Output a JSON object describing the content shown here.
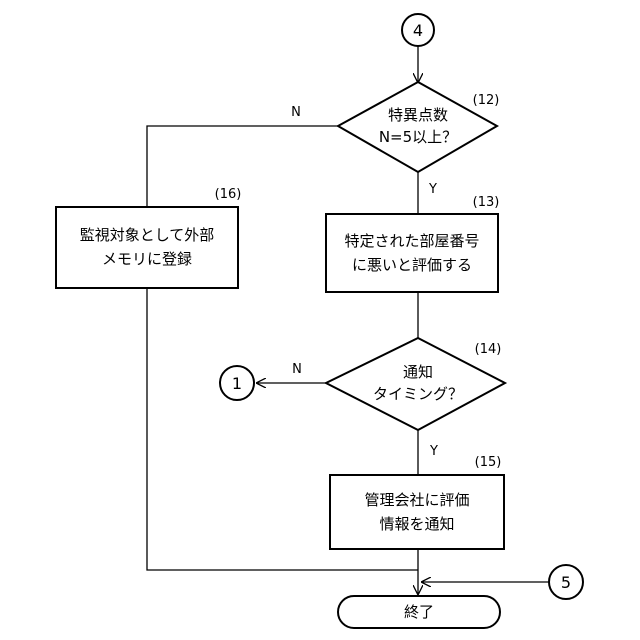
{
  "connectors": {
    "top": "4",
    "left": "1",
    "bottom_right": "5"
  },
  "steps": {
    "decision_12": {
      "number": "(12)",
      "line1": "特異点数",
      "line2": "N=5以上？",
      "yes_label": "Y",
      "no_label": "N"
    },
    "process_13": {
      "number": "(13)",
      "line1": "特定された部屋番号",
      "line2": "に悪いと評価する"
    },
    "decision_14": {
      "number": "(14)",
      "line1": "通知",
      "line2": "タイミング？",
      "yes_label": "Y",
      "no_label": "N"
    },
    "process_15": {
      "number": "(15)",
      "line1": "管理会社に評価",
      "line2": "情報を通知"
    },
    "process_16": {
      "number": "(16)",
      "line1": "監視対象として外部",
      "line2": "メモリに登録"
    },
    "terminal": {
      "label": "終了"
    }
  }
}
